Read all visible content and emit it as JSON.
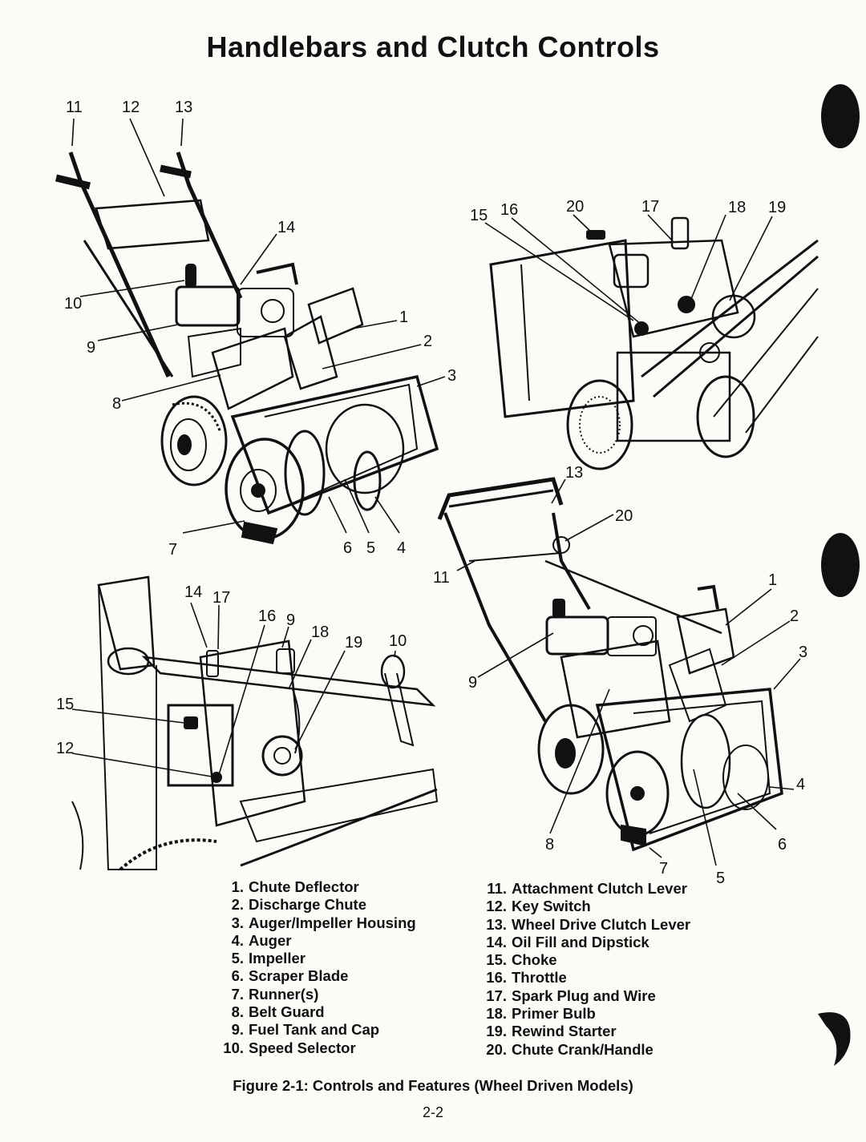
{
  "page": {
    "title": "Handlebars and Clutch Controls",
    "caption": "Figure 2-1: Controls and Features (Wheel Driven Models)",
    "page_number": "2-2"
  },
  "callouts": {
    "top_left": [
      "11",
      "12",
      "13",
      "14",
      "10",
      "9",
      "1",
      "2",
      "3",
      "8",
      "7",
      "6",
      "5",
      "4"
    ],
    "top_right": [
      "15",
      "16",
      "20",
      "17",
      "18",
      "19"
    ],
    "bottom_left": [
      "14",
      "17",
      "16",
      "9",
      "18",
      "19",
      "10",
      "15",
      "12"
    ],
    "bottom_right": [
      "13",
      "20",
      "11",
      "1",
      "2",
      "3",
      "9",
      "4",
      "8",
      "6",
      "7",
      "5"
    ]
  },
  "legend_left": [
    {
      "num": "1.",
      "label": "Chute Deflector"
    },
    {
      "num": "2.",
      "label": "Discharge Chute"
    },
    {
      "num": "3.",
      "label": "Auger/Impeller Housing"
    },
    {
      "num": "4.",
      "label": "Auger"
    },
    {
      "num": "5.",
      "label": "Impeller"
    },
    {
      "num": "6.",
      "label": "Scraper Blade"
    },
    {
      "num": "7.",
      "label": "Runner(s)"
    },
    {
      "num": "8.",
      "label": "Belt Guard"
    },
    {
      "num": "9.",
      "label": "Fuel Tank and Cap"
    },
    {
      "num": "10.",
      "label": "Speed Selector"
    }
  ],
  "legend_right": [
    {
      "num": "11.",
      "label": "Attachment Clutch Lever"
    },
    {
      "num": "12.",
      "label": "Key Switch"
    },
    {
      "num": "13.",
      "label": "Wheel Drive Clutch Lever"
    },
    {
      "num": "14.",
      "label": "Oil Fill and Dipstick"
    },
    {
      "num": "15.",
      "label": "Choke"
    },
    {
      "num": "16.",
      "label": "Throttle"
    },
    {
      "num": "17.",
      "label": "Spark Plug and Wire"
    },
    {
      "num": "18.",
      "label": "Primer Bulb"
    },
    {
      "num": "19.",
      "label": "Rewind Starter"
    },
    {
      "num": "20.",
      "label": "Chute Crank/Handle"
    }
  ]
}
